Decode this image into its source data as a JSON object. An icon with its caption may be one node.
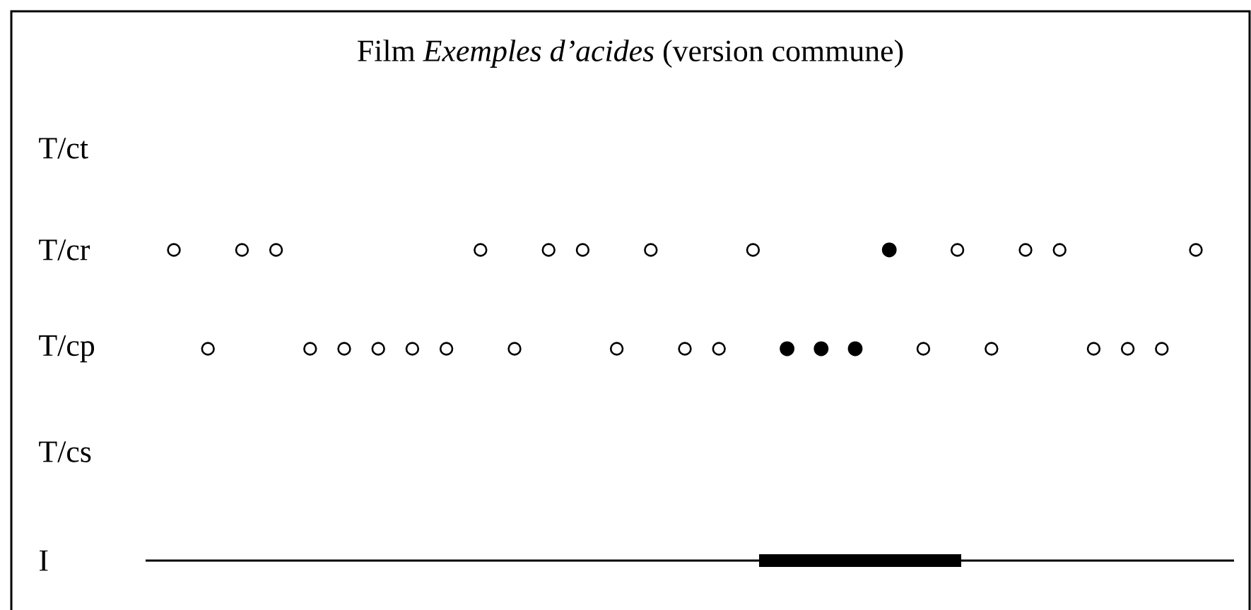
{
  "diagram": {
    "title": "Film *Exemples d’acides* (version commune)",
    "labels": [
      "T/ct",
      "T/cr",
      "T/cp",
      "T/cs",
      "I"
    ]
  }
}
